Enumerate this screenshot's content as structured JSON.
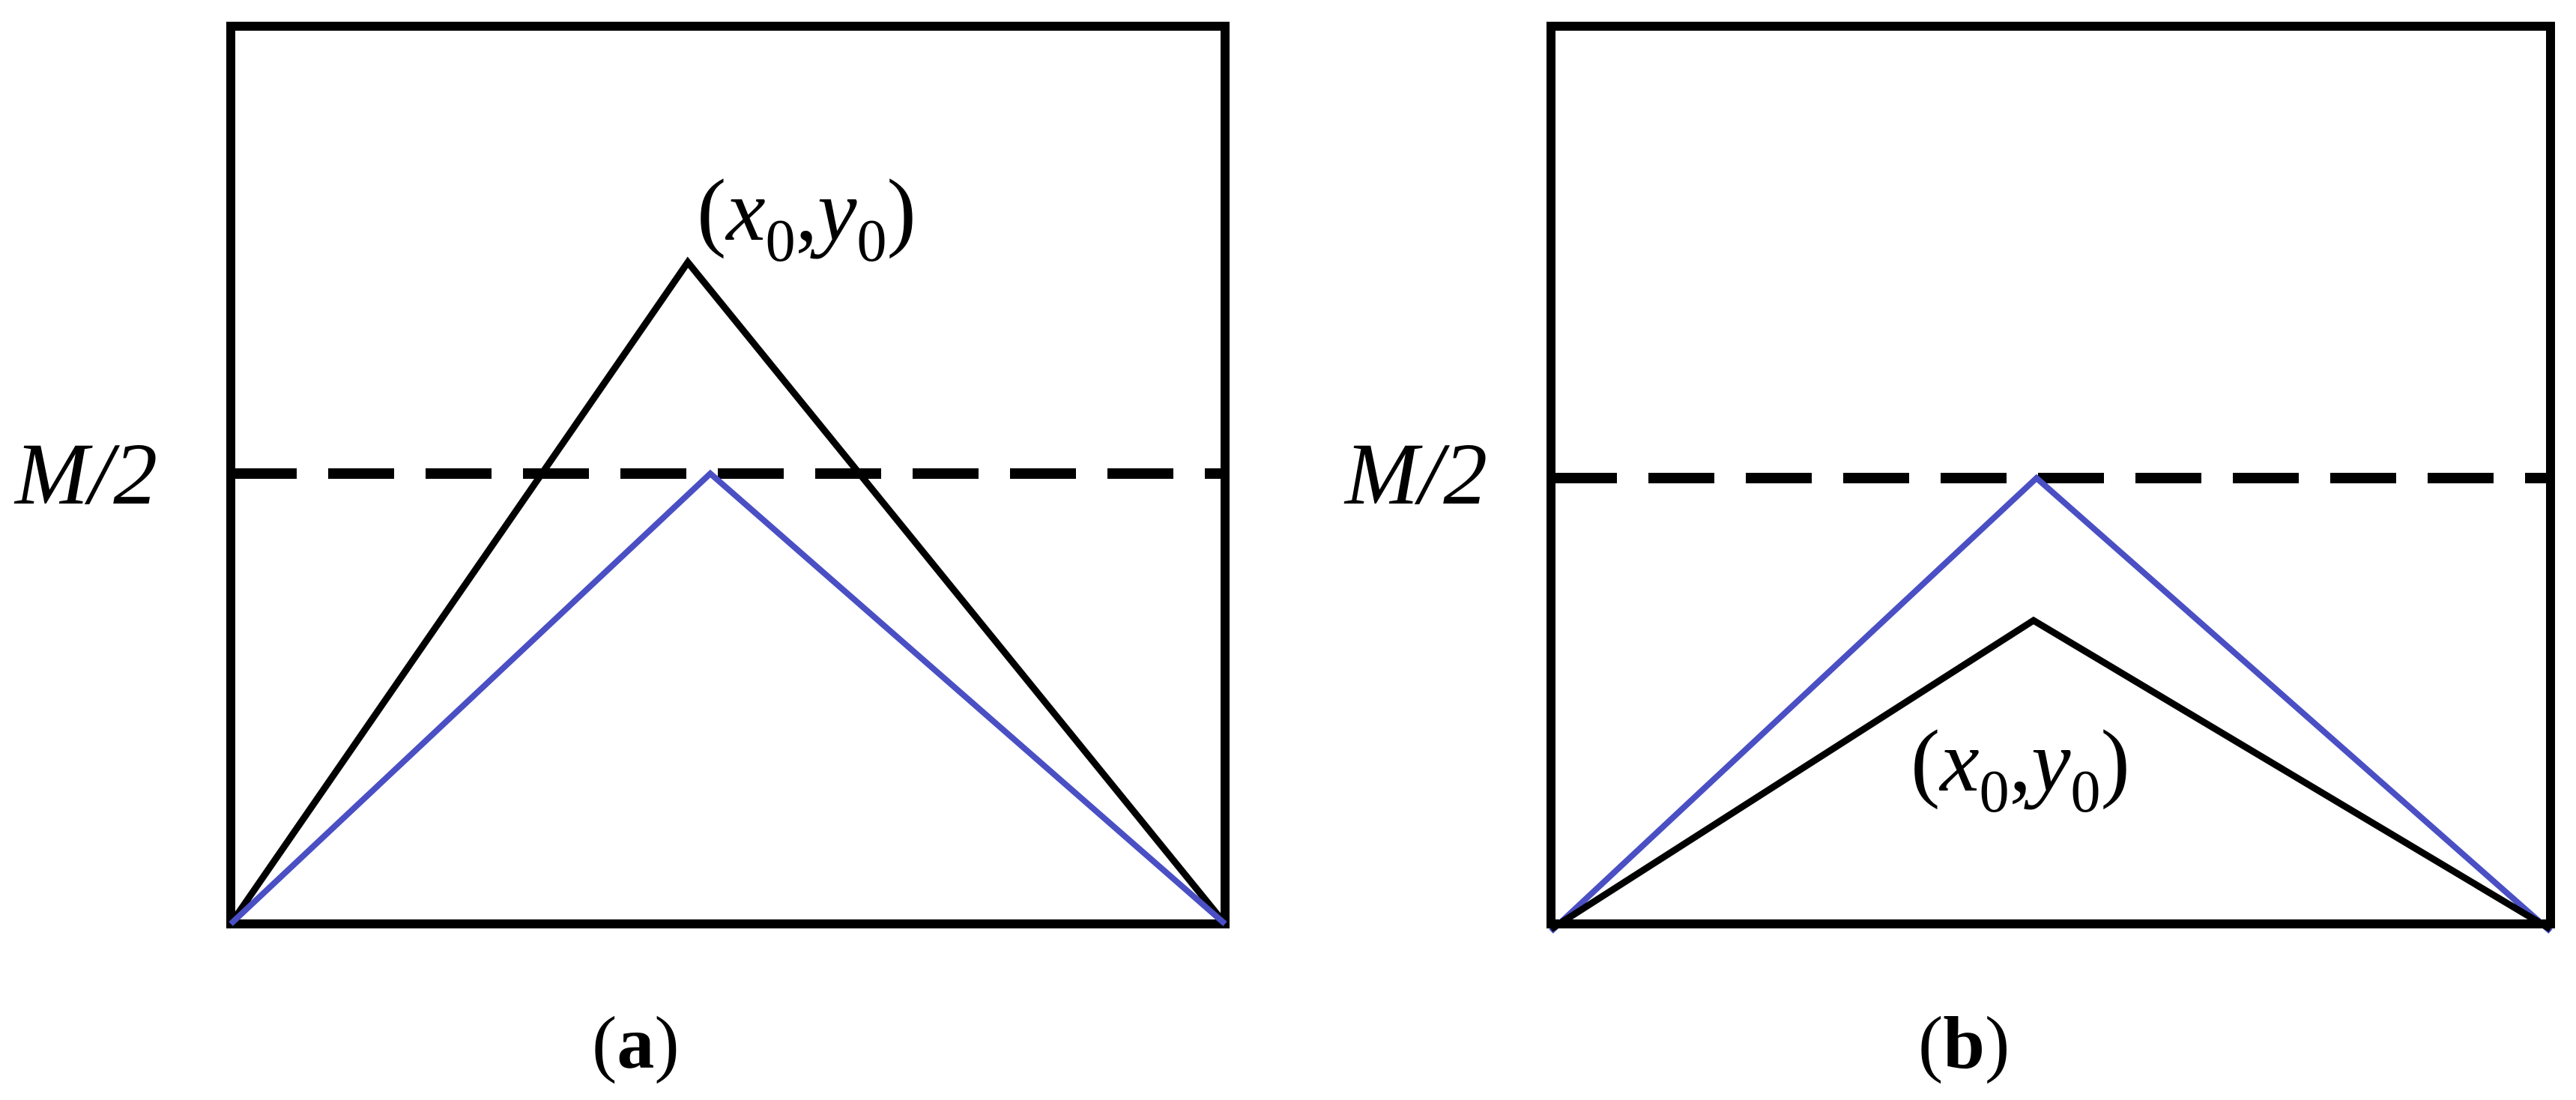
{
  "figure": {
    "panels": [
      {
        "id": "a",
        "label_open": "(",
        "label_letter": "a",
        "label_close": ")",
        "threshold_label": "M/2",
        "point_label": {
          "open": "(",
          "x": "x",
          "x_sub": "0",
          "comma": ",",
          "y": "y",
          "y_sub": "0",
          "close": ")"
        }
      },
      {
        "id": "b",
        "label_open": "(",
        "label_letter": "b",
        "label_close": ")",
        "threshold_label": "M/2",
        "point_label": {
          "open": "(",
          "x": "x",
          "x_sub": "0",
          "comma": ",",
          "y": "y",
          "y_sub": "0",
          "close": ")"
        }
      }
    ],
    "colors": {
      "frame": "#000000",
      "black_path": "#000000",
      "blue_path": "#4a4fc4",
      "threshold_line": "#000000",
      "text": "#000000"
    }
  }
}
